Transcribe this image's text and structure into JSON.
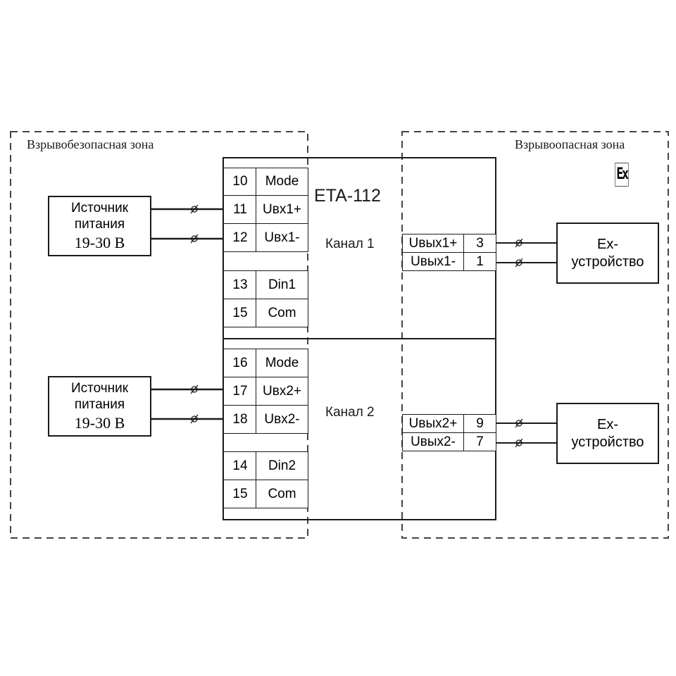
{
  "zones": {
    "safe": {
      "label": "Взрывобезопасная зона"
    },
    "hazardous": {
      "label": "Взрывоопасная зона",
      "mark": "Ex"
    }
  },
  "device": {
    "title": "ETA-112",
    "channels": [
      {
        "label": "Канал 1",
        "input_terminals": [
          {
            "num": "10",
            "name": "Mode"
          },
          {
            "num": "11",
            "name": "Uвх1+"
          },
          {
            "num": "12",
            "name": "Uвх1-"
          },
          {
            "num": "13",
            "name": "Din1"
          },
          {
            "num": "15",
            "name": "Com"
          }
        ],
        "output_terminals": [
          {
            "name": "Uвых1+",
            "num": "3"
          },
          {
            "name": "Uвых1-",
            "num": "1"
          }
        ]
      },
      {
        "label": "Канал 2",
        "input_terminals": [
          {
            "num": "16",
            "name": "Mode"
          },
          {
            "num": "17",
            "name": "Uвх2+"
          },
          {
            "num": "18",
            "name": "Uвх2-"
          },
          {
            "num": "14",
            "name": "Din2"
          },
          {
            "num": "15",
            "name": "Com"
          }
        ],
        "output_terminals": [
          {
            "name": "Uвых2+",
            "num": "9"
          },
          {
            "name": "Uвых2-",
            "num": "7"
          }
        ]
      }
    ]
  },
  "power_sources": [
    {
      "line1": "Источник",
      "line2": "питания",
      "voltage": "19-30 В"
    },
    {
      "line1": "Источник",
      "line2": "питания",
      "voltage": "19-30 В"
    }
  ],
  "ex_devices": [
    {
      "line1": "Ex-",
      "line2": "устройство"
    },
    {
      "line1": "Ex-",
      "line2": "устройство"
    }
  ],
  "colors": {
    "line": "#1a1a1a",
    "dash": "#444444"
  }
}
